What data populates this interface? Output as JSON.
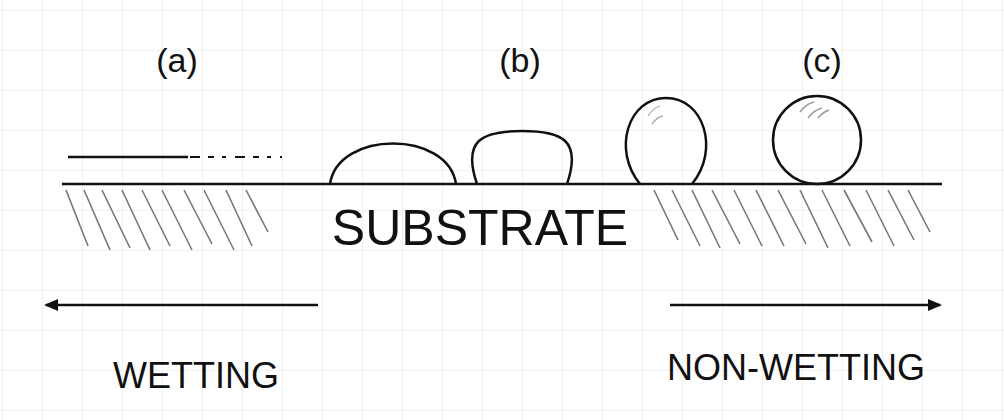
{
  "diagram": {
    "labels": [
      "(a)",
      "(b)",
      "(c)",
      "SUBSTRATE",
      "WETTING",
      "NON-WETTING"
    ]
  }
}
